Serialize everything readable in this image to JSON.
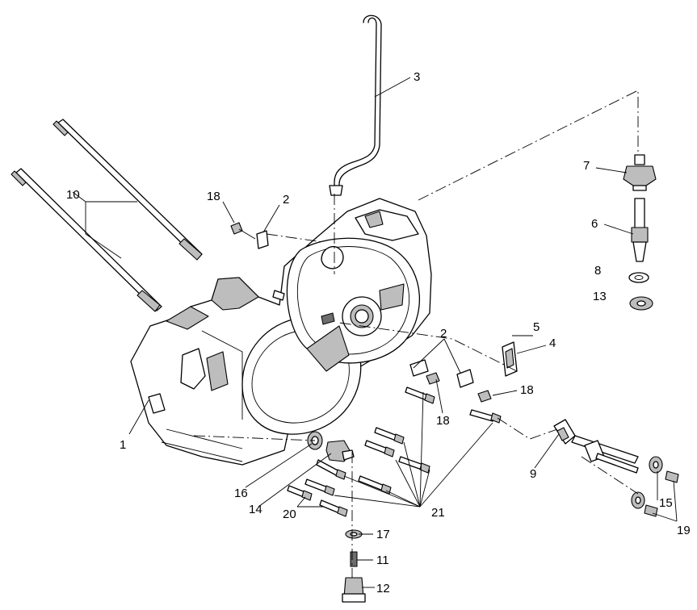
{
  "labels": {
    "p1": "1",
    "p2a": "2",
    "p2b": "2",
    "p3": "3",
    "p4": "4",
    "p5": "5",
    "p6": "6",
    "p7": "7",
    "p8": "8",
    "p9": "9",
    "p10": "10",
    "p11": "11",
    "p12": "12",
    "p13": "13",
    "p14": "14",
    "p15": "15",
    "p16": "16",
    "p17": "17",
    "p18a": "18",
    "p18b": "18",
    "p18c": "18",
    "p19": "19",
    "p20": "20",
    "p21": "21"
  }
}
